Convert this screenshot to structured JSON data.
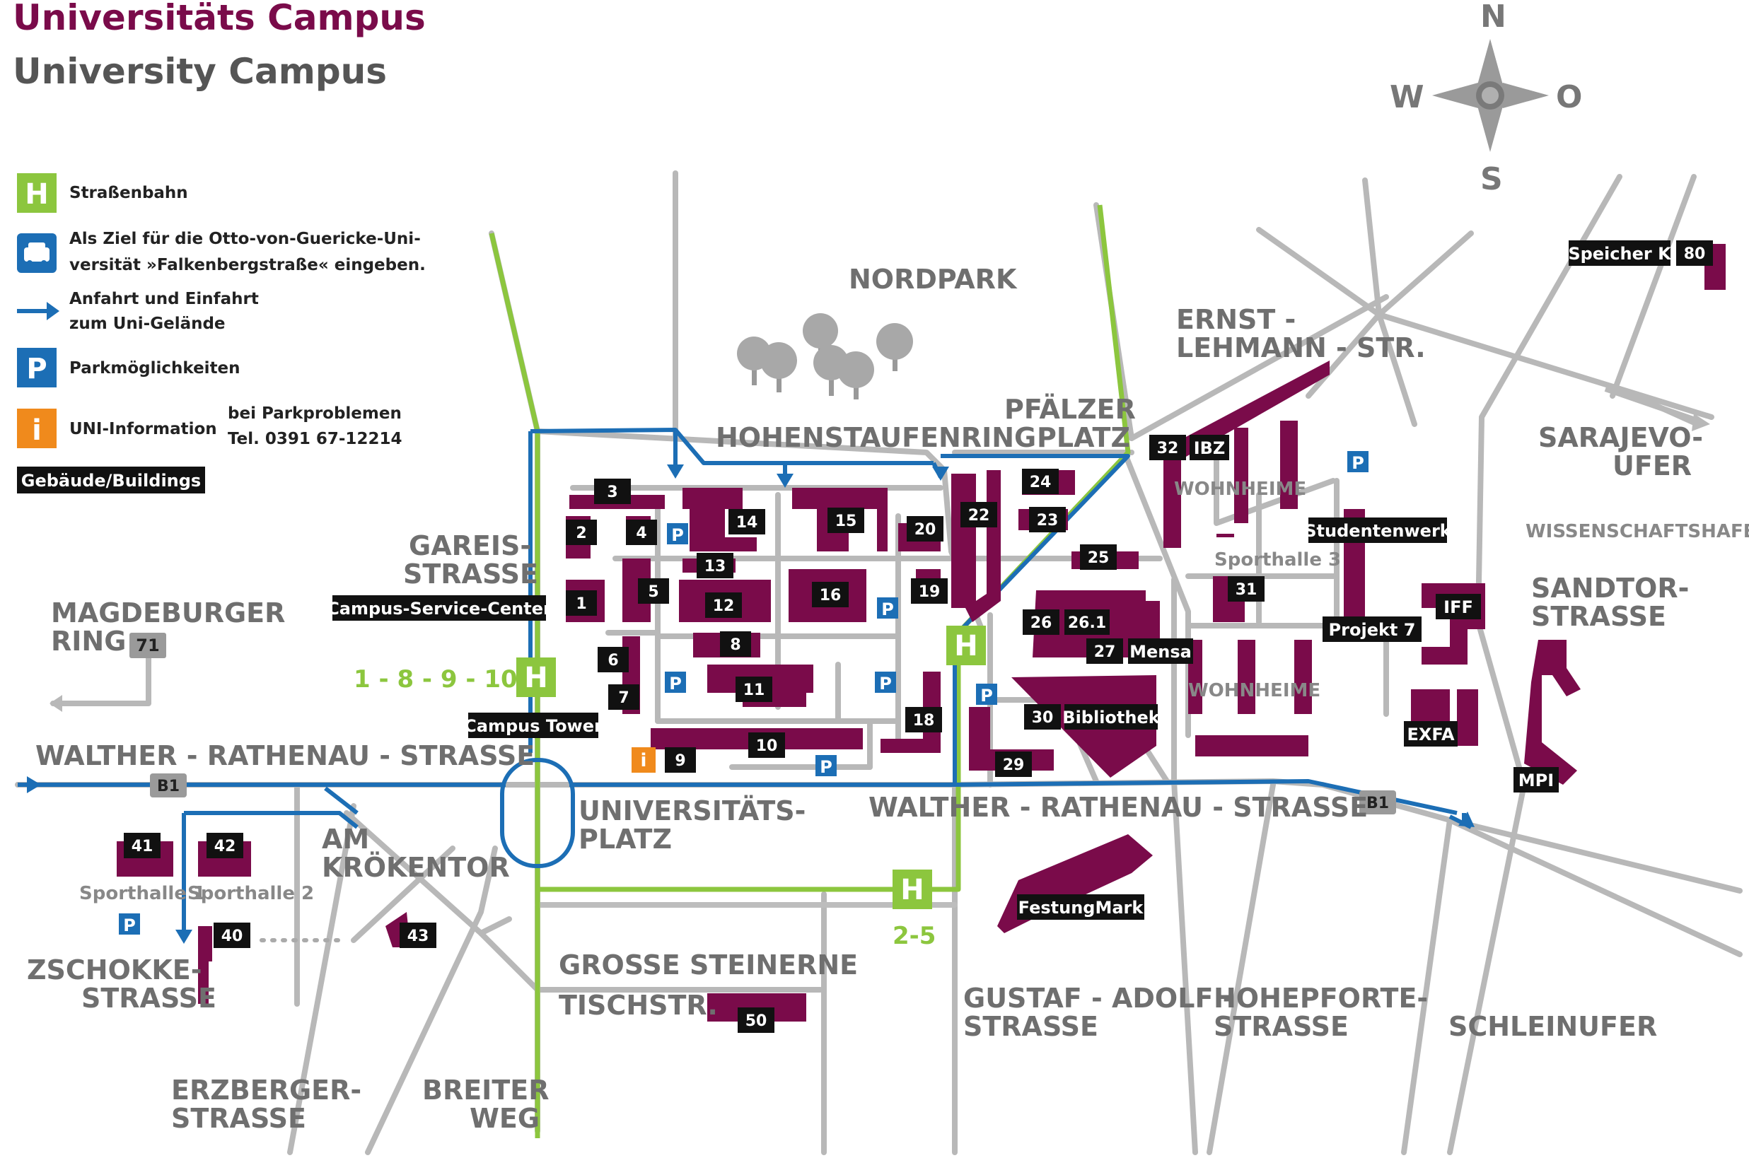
{
  "title": {
    "de": "Universitäts Campus",
    "en": "University Campus"
  },
  "colors": {
    "building": "#7a0b4a",
    "tram": "#8cc63e",
    "route": "#1c6eb5",
    "road": "#b5b5b5",
    "info": "#f08a1c",
    "parking": "#1c6eb5",
    "title_de": "#7a0b4a",
    "title_en": "#555555"
  },
  "legend": {
    "tram": {
      "symbol": "H",
      "label": "Straßenbahn"
    },
    "navi": {
      "icon": "car-icon",
      "line1": "Als Ziel für die Otto-von-Guericke-Uni-",
      "line2": "versität »Falkenbergstraße« eingeben."
    },
    "route": {
      "line1": "Anfahrt und Einfahrt",
      "line2": "zum Uni-Gelände"
    },
    "parking": {
      "symbol": "P",
      "label": "Parkmöglichkeiten"
    },
    "info": {
      "symbol": "i",
      "label": "UNI-Information"
    },
    "parking_problems": {
      "line1": "bei Parkproblemen",
      "line2": "Tel. 0391 67-12214"
    },
    "buildings": "Gebäude/Buildings"
  },
  "compass": {
    "n": "N",
    "s": "S",
    "w": "W",
    "o": "O"
  },
  "streets": {
    "nordpark": "NORDPARK",
    "hohenstaufenring": "HOHENSTAUFENRING",
    "pfaelzer1": "PFÄLZER",
    "pfaelzer2": "PLATZ",
    "ernst1": "ERNST -",
    "ernst2": "LEHMANN - STR.",
    "sarajevo1": "SARAJEVO-",
    "sarajevo2": "UFER",
    "wissenschaftshafen": "WISSENSCHAFTSHAFEN",
    "sandtor1": "SANDTOR-",
    "sandtor2": "STRASSE",
    "gareis1": "GAREIS-",
    "gareis2": "STRASSE",
    "magdeburger1": "MAGDEBURGER",
    "magdeburger2": "RING",
    "walther_left": "WALTHER - RATHENAU - STRASSE",
    "walther_right": "WALTHER - RATHENAU - STRASSE",
    "uniplatz1": "UNIVERSITÄTS-",
    "uniplatz2": "PLATZ",
    "krokentor1": "AM",
    "krokentor2": "KRÖKENTOR",
    "zschokke1": "ZSCHOKKE-",
    "zschokke2": "STRASSE",
    "grosse": "GROSSE STEINERNE",
    "tischstr": "TISCHSTR.",
    "gustaf1": "GUSTAF - ADOLF -",
    "gustaf2": "STRASSE",
    "hohepforte1": "HOHEPFORTE-",
    "hohepforte2": "STRASSE",
    "schleinufer": "SCHLEINUFER",
    "erzberger1": "ERZBERGER-",
    "erzberger2": "STRASSE",
    "breiter1": "BREITER",
    "breiter2": "WEG",
    "wohnheime1": "WOHNHEIME",
    "wohnheime2": "WOHNHEIME",
    "sporthalle3": "Sporthalle 3",
    "sporthalle1": "Sporthalle 1",
    "sporthalle2": "Sporthalle 2"
  },
  "tram_lines": {
    "west": "1 - 8 - 9 - 10",
    "south": "2-5"
  },
  "road_labels": {
    "b1_left": "B1",
    "b1_right": "B1",
    "ring71": "71"
  },
  "places": {
    "campus_service": "Campus-Service-Center",
    "campus_tower": "Campus Tower",
    "speicher": "Speicher K",
    "studentenwerk": "Studentenwerk",
    "projekt7": "Projekt 7",
    "ibz": "IBZ",
    "iff": "IFF",
    "exfa": "EXFA",
    "mpi": "MPI",
    "mensa": "Mensa",
    "bibliothek": "Bibliothek",
    "festungmark": "FestungMark"
  },
  "buildings": [
    "1",
    "2",
    "3",
    "4",
    "5",
    "6",
    "7",
    "8",
    "9",
    "10",
    "11",
    "12",
    "13",
    "14",
    "15",
    "16",
    "18",
    "19",
    "20",
    "22",
    "23",
    "24",
    "25",
    "26",
    "26.1",
    "27",
    "29",
    "30",
    "31",
    "32",
    "40",
    "41",
    "42",
    "43",
    "50",
    "80"
  ]
}
